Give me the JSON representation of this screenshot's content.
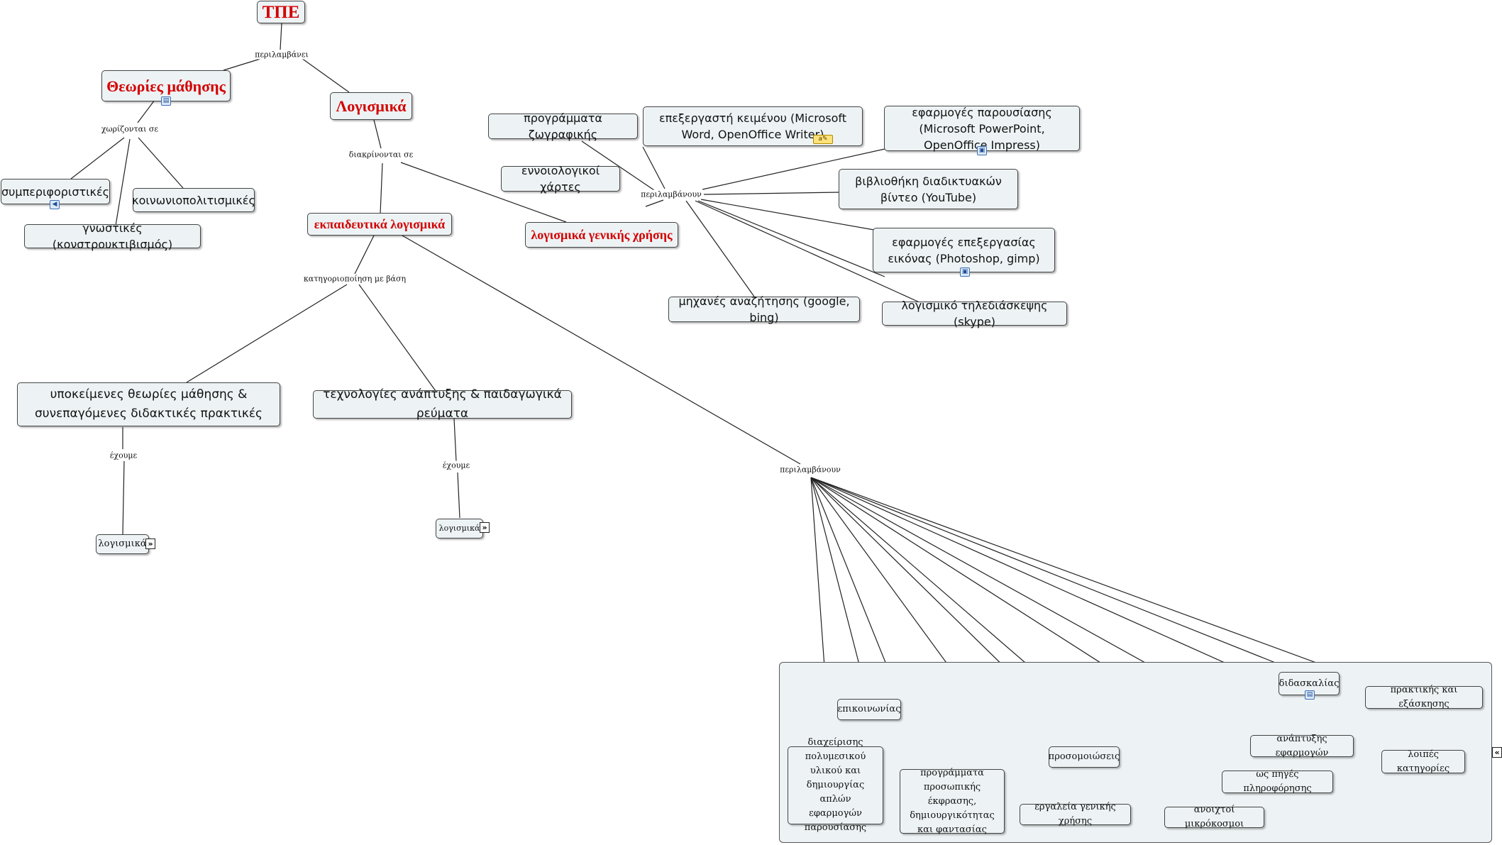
{
  "nodes": {
    "root": "ΤΠΕ",
    "theories": "Θεωρίες μάθησης",
    "software": "Λογισμικά",
    "behavioral": "συμπεριφοριστικές",
    "sociocultural": "κοινωνιοπολιτισμικές",
    "cognitive": "γνωστικές (κονστρουκτιβισμός)",
    "edu_software": "εκπαιδευτικά λογισμικά",
    "general_software": "λογισμικά γενικής χρήσης",
    "paint": "προγράμματα ζωγραφικής",
    "word": "επεξεργαστή κειμένου (Microsoft Word, OpenOffice Writer)",
    "presentation": "εφαρμογές παρουσίασης (Microsoft PowerPoint, OpenOffice Impress)",
    "concept_maps": "εννοιολογικοί χάρτες",
    "video": "βιβλιοθήκη διαδικτυακών βίντεο (YouTube)",
    "image_edit": "εφαρμογές επεξεργασίας εικόνας (Photoshop, gimp)",
    "search": "μηχανές αναζήτησης (google, bing)",
    "conference": "λογισμικό τηλεδιάσκεψης (skype)",
    "theories_practices": "υποκείμενες θεωρίες μάθησης & συνεπαγόμενες διδακτικές πρακτικές",
    "tech_currents": "τεχνολογίες ανάπτυξης & παιδαγωγικά ρεύματα",
    "soft_a": "λογισμικά",
    "soft_b": "λογισμικά",
    "communication": "επικοινωνίας",
    "multimedia": "διαχείρισης πολυμεσικού υλικού και δημιουργίας απλών εφαρμογών παρουσίασης",
    "expression": "προγράμματα προσωπικής έκφρασης, δημιουργικότητας και φαντασίας",
    "simulations": "προσομοιώσεις",
    "general_tools": "εργαλεία γενικής χρήσης",
    "microworlds": "ανοιχτοί μικρόκοσμοι",
    "info_sources": "ως πηγές πληροφόρησης",
    "app_dev": "ανάπτυξης εφαρμογών",
    "teaching": "διδασκαλίας",
    "practice": "πρακτικής και εξάσκησης",
    "other": "λοιπές κατηγορίες"
  },
  "links": {
    "includes": "περιλαμβάνει",
    "divided_into": "χωρίζονται σε",
    "distinguished_into": "διακρίνονται σε",
    "include_general": "περιλαμβάνουν",
    "categorization": "κατηγοριοποίηση με βάση",
    "we_have_a": "έχουμε",
    "we_have_b": "έχουμε",
    "include_edu": "περιλαμβάνουν"
  },
  "icons": {
    "theories": "document-icon",
    "behavioral": "audio-icon",
    "word": "note-icon",
    "presentation": "image-icon",
    "image_edit": "image-icon",
    "teaching": "document-icon",
    "soft_a": "expand-icon",
    "soft_b": "expand-icon",
    "group": "expand-icon"
  },
  "colors": {
    "accent_red": "#d40000",
    "node_fill": "#edf3f5",
    "line": "#222222"
  }
}
